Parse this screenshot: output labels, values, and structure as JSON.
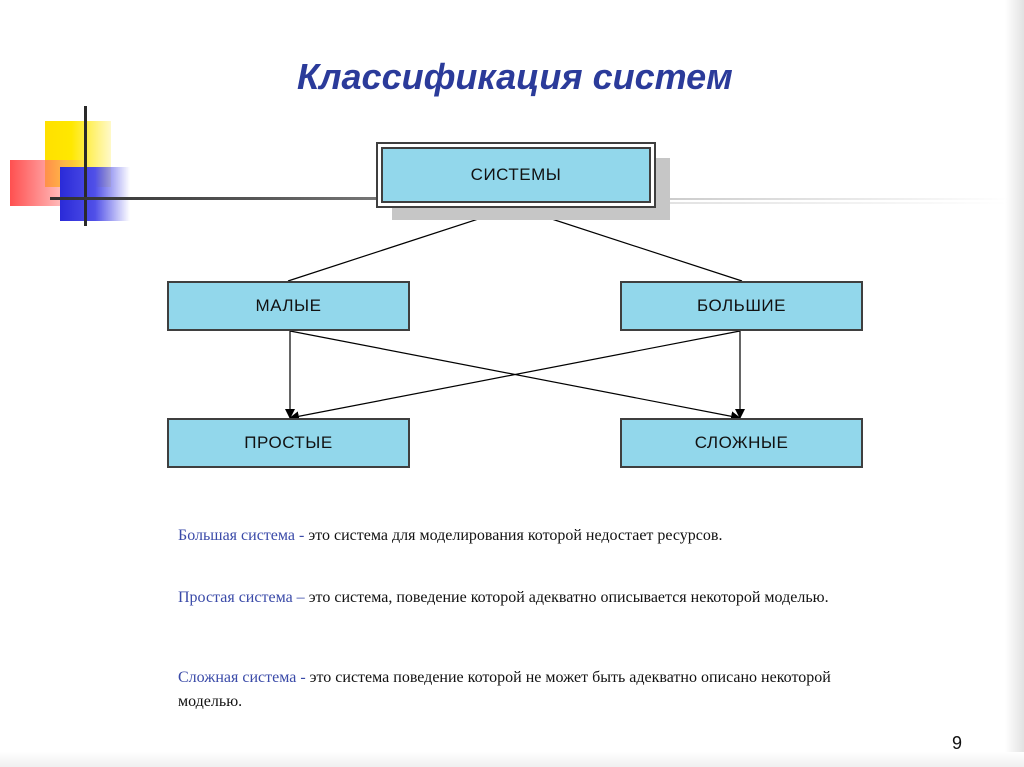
{
  "slide": {
    "title": "Классификация систем",
    "page_number": "9"
  },
  "diagram": {
    "root": "СИСТЕМЫ",
    "size_nodes": {
      "small": "МАЛЫЕ",
      "large": "БОЛЬШИЕ"
    },
    "complexity_nodes": {
      "simple": "ПРОСТЫЕ",
      "complex": "СЛОЖНЫЕ"
    }
  },
  "definitions": [
    {
      "term": "Большая система - ",
      "text": " это система для моделирования которой недостает ресурсов."
    },
    {
      "term": "Простая система – ",
      "text": "это система, поведение которой адекватно описывается некоторой моделью."
    },
    {
      "term": "Сложная система - ",
      "text": " это система поведение которой не может быть адекватно описано некоторой моделью."
    }
  ],
  "colors": {
    "title": "#2b3b9a",
    "node_fill": "#92d7eb",
    "node_border": "#3f3f3f",
    "term": "#3a4aa8"
  }
}
